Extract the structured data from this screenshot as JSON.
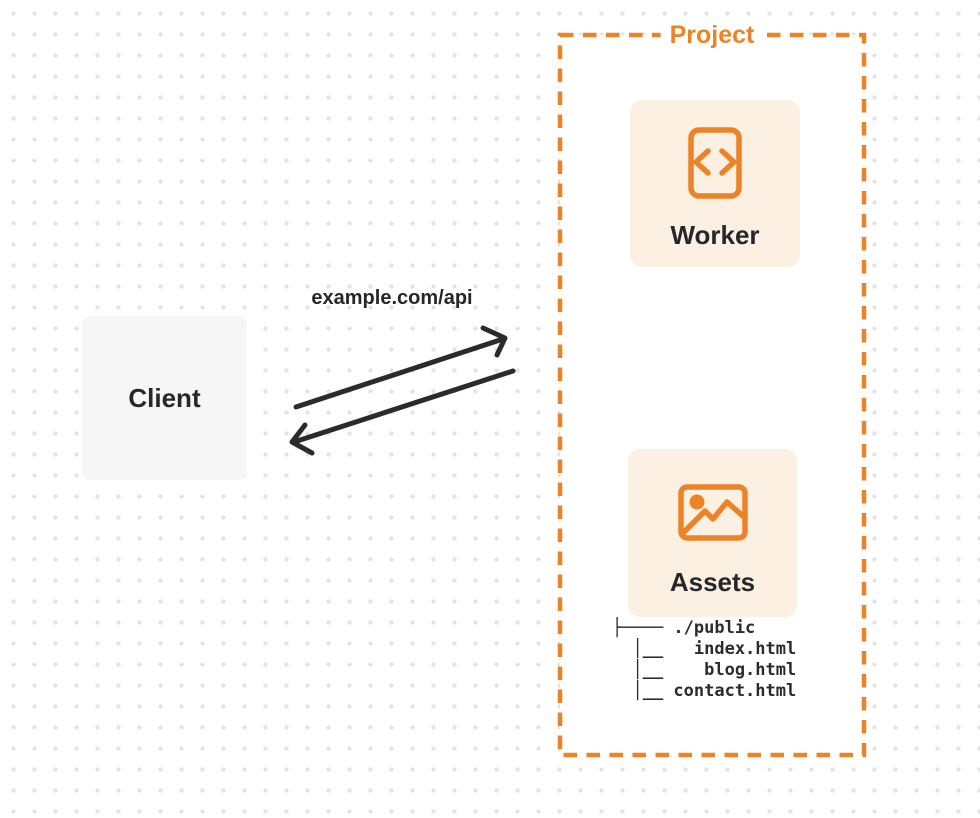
{
  "colors": {
    "accent_orange": "#ED8327",
    "card_cream": "#FBF0E1",
    "client_gray": "#F6F6F6",
    "text_dark": "#26262B",
    "arrow_dark": "#2B2B2B",
    "dot_grid": "#E3E3E5",
    "canvas_white": "#FFFFFF"
  },
  "client": {
    "label": "Client"
  },
  "request": {
    "label": "example.com/api"
  },
  "project": {
    "label": "Project",
    "worker": {
      "label": "Worker",
      "icon": "code-file-icon"
    },
    "assets": {
      "label": "Assets",
      "icon": "image-icon"
    },
    "file_tree": [
      "├──── ./public",
      "  │__   index.html",
      "  │__    blog.html",
      "  │__ contact.html"
    ]
  }
}
